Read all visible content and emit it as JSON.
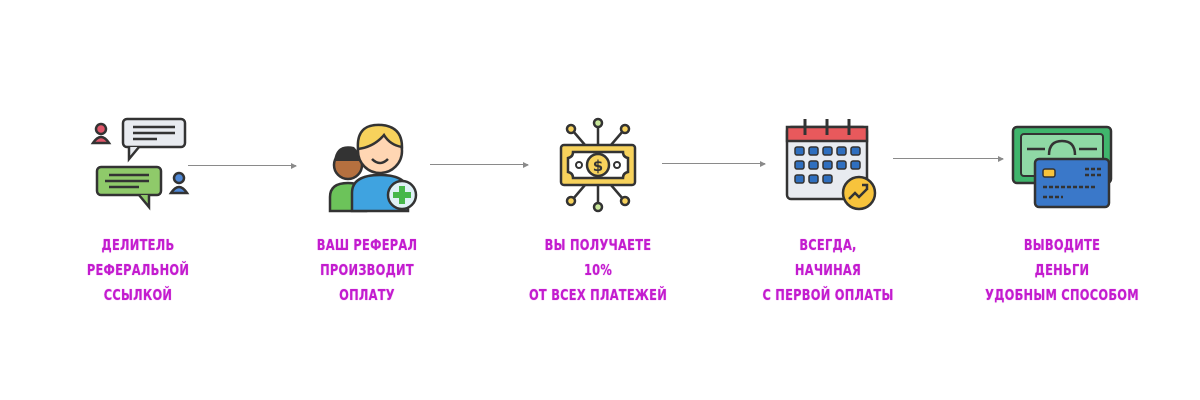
{
  "steps": [
    {
      "icon": "chat-share-icon",
      "lines": [
        "ДЕЛИТЕЛЬ",
        "РЕФЕРАЛЬНОЙ",
        "ССЫЛКОЙ"
      ]
    },
    {
      "icon": "referral-users-icon",
      "lines": [
        "ВАШ РЕФЕРАЛ",
        "ПРОИЗВОДИТ",
        "ОПЛАТУ"
      ]
    },
    {
      "icon": "money-network-icon",
      "lines": [
        "ВЫ ПОЛУЧАЕТЕ",
        "10%",
        "ОТ ВСЕХ ПЛАТЕЖЕЙ"
      ]
    },
    {
      "icon": "calendar-growth-icon",
      "lines": [
        "ВСЕГДА,",
        "НАЧИНАЯ",
        "С ПЕРВОЙ ОПЛАТЫ"
      ]
    },
    {
      "icon": "cash-card-icon",
      "lines": [
        "ВЫВОДИТЕ",
        "ДЕНЬГИ",
        "УДОБНЫМ СПОСОБОМ"
      ]
    }
  ],
  "colors": {
    "label": "#c31ccf",
    "arrow": "#8a8a8a"
  }
}
